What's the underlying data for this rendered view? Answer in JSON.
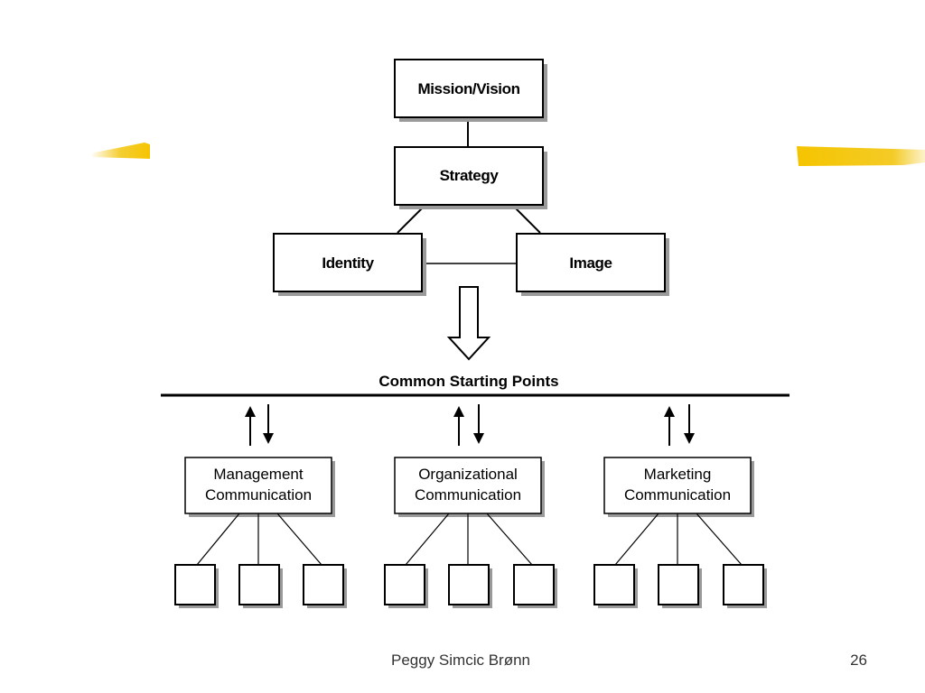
{
  "top": {
    "mission": "Mission/Vision",
    "strategy": "Strategy",
    "identity": "Identity",
    "image": "Image"
  },
  "common_starting_points": "Common Starting Points",
  "units": [
    {
      "line1": "Management",
      "line2": "Communication"
    },
    {
      "line1": "Organizational",
      "line2": "Communication"
    },
    {
      "line1": "Marketing",
      "line2": "Communication"
    }
  ],
  "footer": {
    "author": "Peggy Simcic Brønn",
    "page": "26"
  },
  "colors": {
    "accent": "#f2c200",
    "line": "#000000",
    "shadow": "#999999"
  }
}
